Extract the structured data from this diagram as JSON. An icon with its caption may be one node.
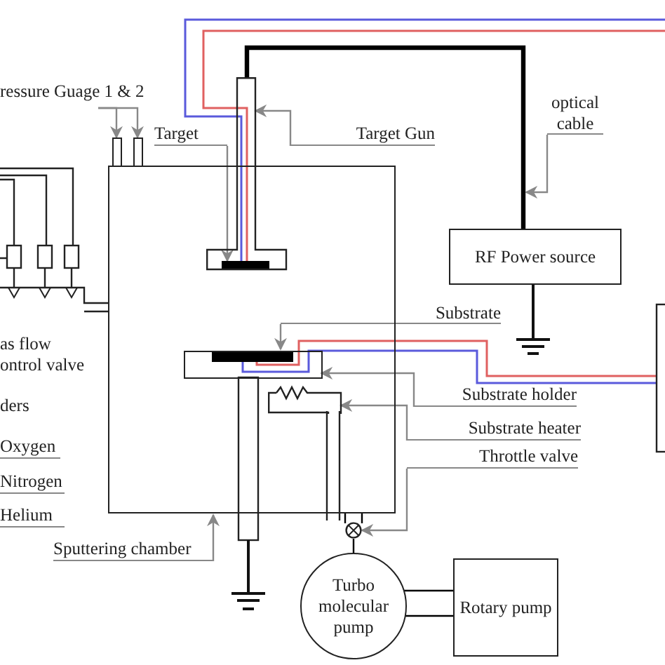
{
  "diagram": {
    "nodes": [
      {
        "text": [
          "ressure Guage 1 & 2"
        ]
      },
      {
        "text": [],
        "shape": "box"
      },
      {
        "text": [],
        "shape": "box"
      },
      {
        "text": [
          "Target"
        ]
      },
      {
        "text": [],
        "shape": "bar"
      },
      {
        "text": [
          "Target Gun"
        ]
      },
      {
        "text": [],
        "shape": "box"
      },
      {
        "text": [
          "optical cable"
        ]
      },
      {
        "text": [
          "RF Power source"
        ]
      },
      {
        "text": [
          "Substrate"
        ]
      },
      {
        "text": [],
        "shape": "bar",
        "in": 12
      },
      {
        "text": [
          "Substrate holder"
        ]
      },
      {
        "text": [],
        "shape": "box",
        "in": 20
      },
      {
        "text": [
          "Substrate heater"
        ]
      },
      {
        "text": [
          "Throttle valve"
        ]
      },
      {
        "text": [],
        "shape": "circle"
      },
      {
        "text": [
          "Sputtering chamber"
        ]
      },
      {
        "text": [
          "Turbo molecular pump"
        ]
      },
      {
        "text": [
          "Rotary pump"
        ]
      },
      {
        "text": [],
        "shape": "coil",
        "in": 20
      },
      {
        "text": [],
        "shape": "box"
      }
    ],
    "edges": [
      {
        "from": 0,
        "to": 1,
        "arrow": "to"
      },
      {
        "from": 0,
        "to": 2,
        "arrow": "to"
      },
      {
        "from": 3,
        "to": 4,
        "arrow": "to"
      },
      {
        "from": 5,
        "to": 6,
        "arrow": "to"
      },
      {
        "from": 7,
        "to": null,
        "arrow": "to"
      },
      {
        "from": 8,
        "to": 6,
        "arrow": "none",
        "style": "thick",
        "color": "#000000"
      },
      {
        "from": 9,
        "to": 10,
        "arrow": "to"
      },
      {
        "from": 11,
        "to": 12,
        "arrow": "to"
      },
      {
        "from": 13,
        "to": 19,
        "arrow": "to"
      },
      {
        "from": 14,
        "to": 15,
        "arrow": "to"
      },
      {
        "from": 16,
        "to": 20,
        "arrow": "to"
      },
      {
        "from": 15,
        "to": 17,
        "arrow": "none",
        "color": "#000000"
      },
      {
        "from": 17,
        "to": 18,
        "arrow": "none",
        "color": "#000000"
      },
      {
        "from": 20,
        "to": 15,
        "arrow": "none",
        "color": "#000000"
      }
    ],
    "labels": [
      "as flow ontrol valve",
      "ders",
      "Oxygen",
      "Nitrogen",
      "Helium"
    ]
  }
}
